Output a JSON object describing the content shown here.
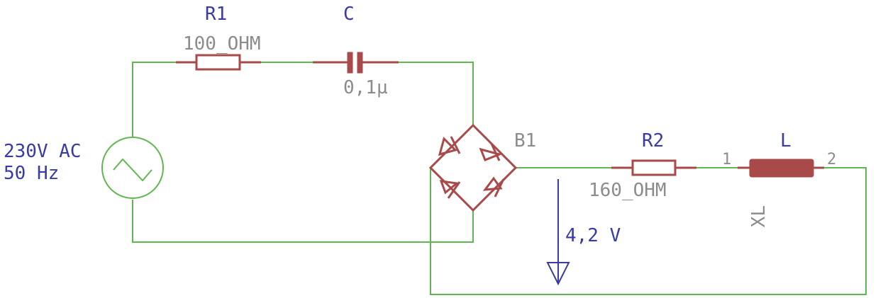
{
  "source": {
    "voltage": "230V AC",
    "frequency": "50 Hz"
  },
  "r1": {
    "name": "R1",
    "value": "100_OHM"
  },
  "c": {
    "name": "C",
    "value": "0,1µ"
  },
  "b1": {
    "name": "B1"
  },
  "r2": {
    "name": "R2",
    "value": "160_OHM"
  },
  "l": {
    "name": "L",
    "value": "XL",
    "pin1": "1",
    "pin2": "2"
  },
  "measurement": {
    "value": "4,2 V"
  },
  "colors": {
    "wire": "#5fb84f",
    "component": "#a94a4a",
    "label": "#3a3aa6",
    "value": "#8c8c8c"
  }
}
